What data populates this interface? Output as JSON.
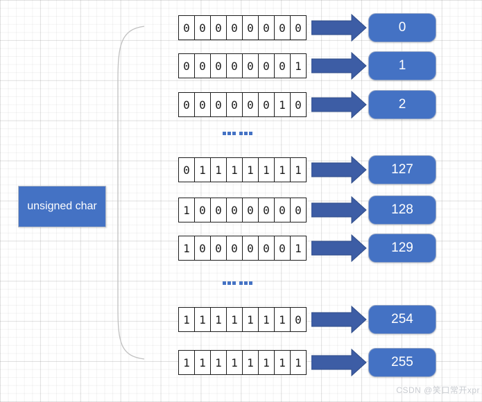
{
  "diagram": {
    "type_label": {
      "text": "unsigned char"
    },
    "rows": [
      {
        "bits": "00000000",
        "value": "0"
      },
      {
        "bits": "00000001",
        "value": "1"
      },
      {
        "bits": "00000010",
        "value": "2"
      },
      {
        "bits": "01111111",
        "value": "127"
      },
      {
        "bits": "10000000",
        "value": "128"
      },
      {
        "bits": "10000001",
        "value": "129"
      },
      {
        "bits": "11111110",
        "value": "254"
      },
      {
        "bits": "11111111",
        "value": "255"
      }
    ],
    "ellipsis": {
      "dot_count": 6
    },
    "watermark": {
      "text": "CSDN @笑口常开xpr"
    }
  },
  "colors": {
    "accent_blue": "#4472C4",
    "arrow_blue": "#3D5DA5",
    "arrow_border": "#2F4C88",
    "badge_border": "#93a5c6",
    "bit_border": "#1c1c1c",
    "brace_gray": "#c0c0c0",
    "watermark_gray": "#c9ccd1"
  }
}
